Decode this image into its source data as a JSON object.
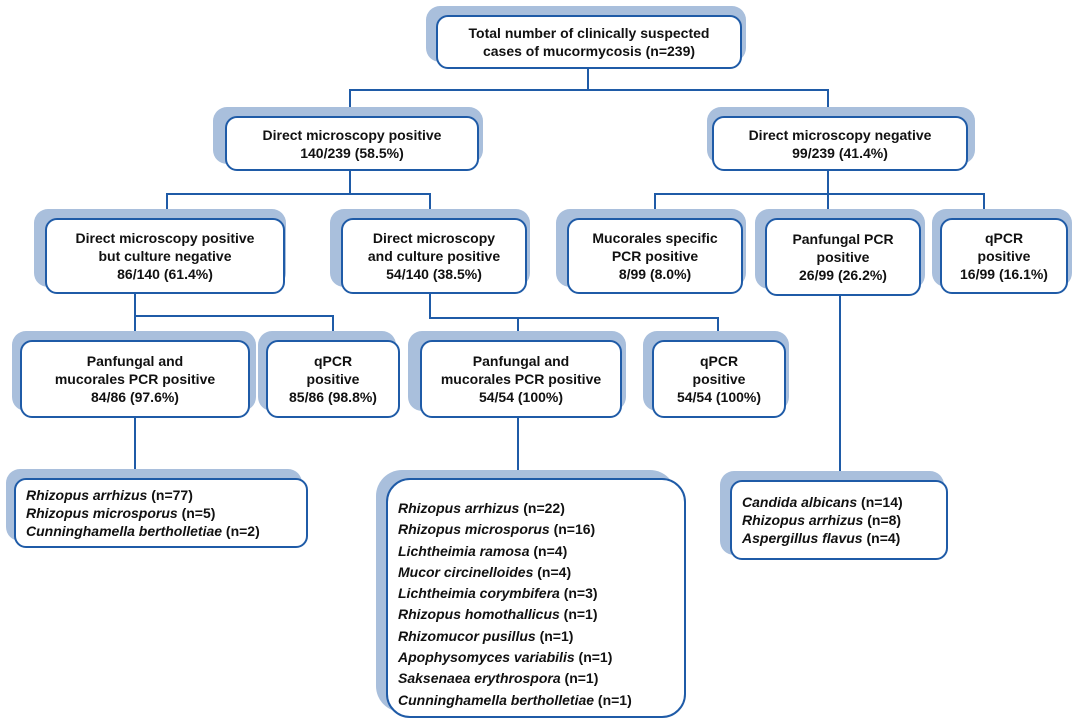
{
  "colors": {
    "border": "#1f5ba7",
    "shadow": "#a9bfdc",
    "connector": "#1f5ba7"
  },
  "root": {
    "line1": "Total number of clinically suspected",
    "line2": "cases of mucormycosis (n=239)"
  },
  "dm_positive": {
    "line1": "Direct microscopy positive",
    "line2": "140/239 (58.5%)"
  },
  "dm_negative": {
    "line1": "Direct microscopy negative",
    "line2": "99/239 (41.4%)"
  },
  "dm_pos_culture_neg": {
    "line1": "Direct microscopy positive",
    "line2": "but culture negative",
    "line3": "86/140 (61.4%)"
  },
  "dm_culture_pos": {
    "line1": "Direct microscopy",
    "line2": "and culture positive",
    "line3": "54/140 (38.5%)"
  },
  "mucorales_pcr": {
    "line1": "Mucorales specific",
    "line2": "PCR positive",
    "line3": "8/99 (8.0%)"
  },
  "panfungal_pcr": {
    "line1": "Panfungal PCR",
    "line2": "positive",
    "line3": "26/99 (26.2%)"
  },
  "qpcr_neg_branch": {
    "line1": "qPCR",
    "line2": "positive",
    "line3": "16/99 (16.1%)"
  },
  "pan_muc_pcr_1": {
    "line1": "Panfungal and",
    "line2": "mucorales PCR positive",
    "line3": "84/86 (97.6%)"
  },
  "qpcr_1": {
    "line1": "qPCR",
    "line2": "positive",
    "line3": "85/86 (98.8%)"
  },
  "pan_muc_pcr_2": {
    "line1": "Panfungal and",
    "line2": "mucorales PCR positive",
    "line3": "54/54 (100%)"
  },
  "qpcr_2": {
    "line1": "qPCR",
    "line2": "positive",
    "line3": "54/54 (100%)"
  },
  "species_list_1": [
    {
      "name": "Rhizopus arrhizus",
      "count": "(n=77)"
    },
    {
      "name": "Rhizopus microsporus",
      "count": "(n=5)"
    },
    {
      "name": "Cunninghamella bertholletiae",
      "count": "(n=2)"
    }
  ],
  "species_list_2": [
    {
      "name": "Rhizopus arrhizus",
      "count": "(n=22)"
    },
    {
      "name": "Rhizopus microsporus",
      "count": "(n=16)"
    },
    {
      "name": "Lichtheimia ramosa",
      "count": "(n=4)"
    },
    {
      "name": "Mucor circinelloides",
      "count": "(n=4)"
    },
    {
      "name": "Lichtheimia corymbifera",
      "count": "(n=3)"
    },
    {
      "name": "Rhizopus homothallicus",
      "count": "(n=1)"
    },
    {
      "name": "Rhizomucor pusillus",
      "count": "(n=1)"
    },
    {
      "name": "Apophysomyces variabilis",
      "count": "(n=1)"
    },
    {
      "name": "Saksenaea erythrospora",
      "count": "(n=1)"
    },
    {
      "name": "Cunninghamella bertholletiae",
      "count": "(n=1)"
    }
  ],
  "species_list_3": [
    {
      "name": "Candida albicans",
      "count": "(n=14)"
    },
    {
      "name": "Rhizopus arrhizus",
      "count": "(n=8)"
    },
    {
      "name": "Aspergillus flavus",
      "count": "(n=4)"
    }
  ]
}
